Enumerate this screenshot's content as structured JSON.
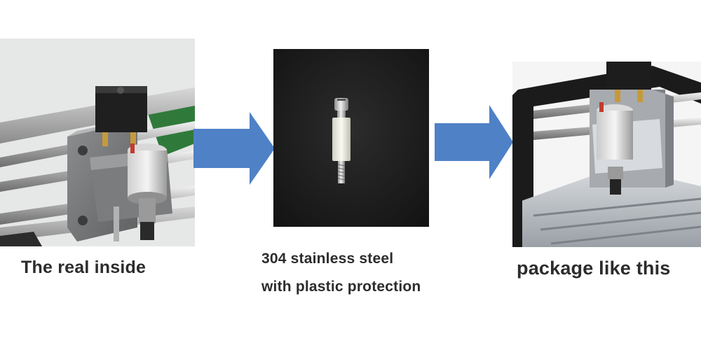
{
  "captions": {
    "left": "The real inside",
    "middle_line1": "304 stainless steel",
    "middle_line2": "with plastic protection",
    "right": "package like this"
  },
  "colors": {
    "arrow": "#4f81c7",
    "caption": "#2c2c2c",
    "middle_background": "#1c1c1c"
  }
}
